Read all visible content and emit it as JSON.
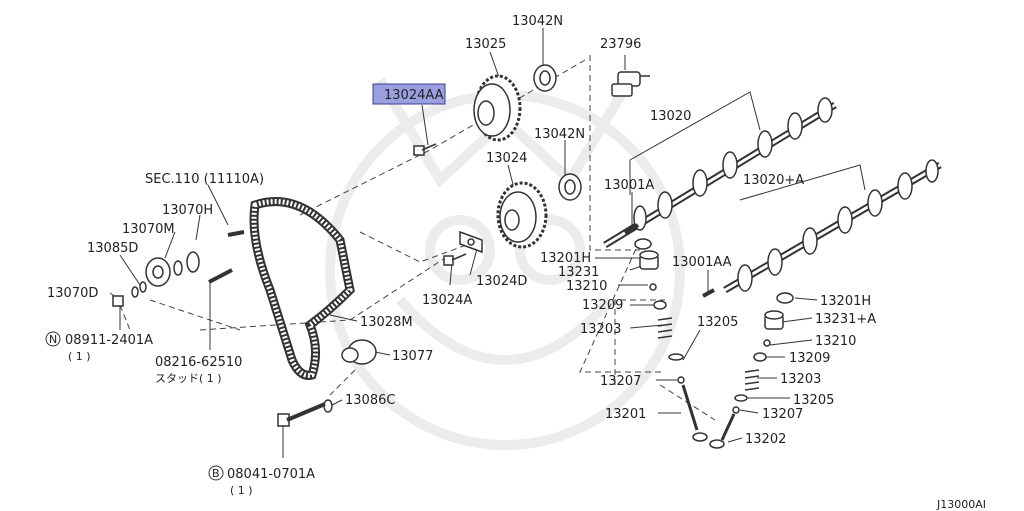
{
  "colors": {
    "highlight": "#9a9fe0",
    "line": "#333333",
    "watermark": "#ececec"
  },
  "labels": {
    "p13042N_top": "13042N",
    "p13025": "13025",
    "p23796": "23796",
    "p13024AA": "13024AA",
    "p13020": "13020",
    "p13042N_mid": "13042N",
    "p13024": "13024",
    "p13001A": "13001A",
    "p13020A": "13020+A",
    "sec110": "SEC.110 (11110A)",
    "p13070H": "13070H",
    "p13070M": "13070M",
    "p13085D": "13085D",
    "p13070D": "13070D",
    "p08911_circle": "N",
    "p08911": "08911-2401A",
    "p08911_qty": "( 1 )",
    "p08216": "08216-62510",
    "p08216_sub": "スタッド( 1 )",
    "p13201H_a": "13201H",
    "p13231": "13231",
    "p13210": "13210",
    "p13209": "13209",
    "p13203": "13203",
    "p13205": "13205",
    "p13024D": "13024D",
    "p13024A": "13024A",
    "p13028M": "13028M",
    "p13077": "13077",
    "p13001AA": "13001AA",
    "p13201H_b": "13201H",
    "p13231A": "13231+A",
    "p13210_b": "13210",
    "p13209_b": "13209",
    "p13203_b": "13203",
    "p13205_b": "13205",
    "p13207_b": "13207",
    "p13207": "13207",
    "p13201": "13201",
    "p13202": "13202",
    "p13086C": "13086C",
    "p08041_circle": "B",
    "p08041": "08041-0701A",
    "p08041_qty": "( 1 )",
    "figure_id": "J13000AI"
  }
}
